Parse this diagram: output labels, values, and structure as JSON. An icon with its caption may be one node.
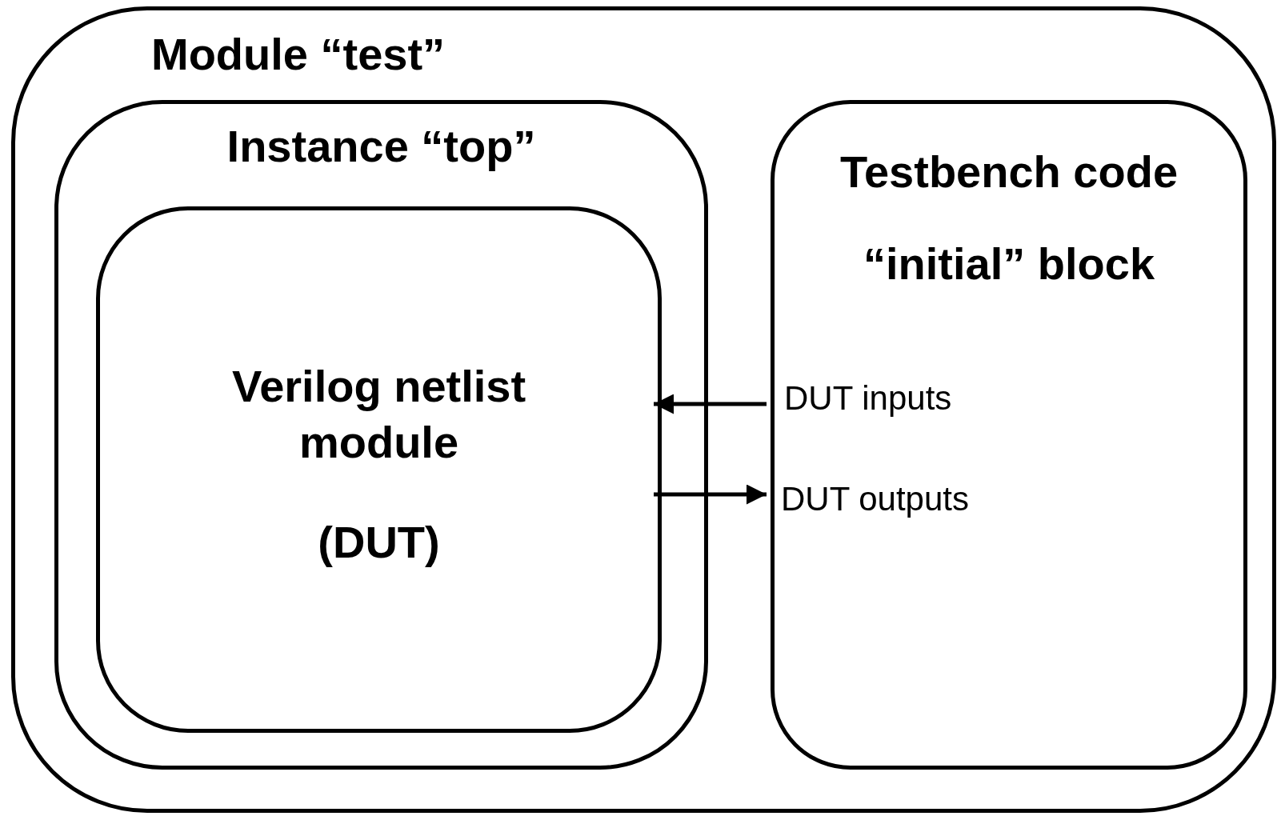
{
  "diagram": {
    "nodes": [
      {
        "text": [
          "Module “test”"
        ]
      },
      {
        "text": [
          "Instance “top”"
        ],
        "in": 0
      },
      {
        "text": [
          "Verilog netlist module",
          "(DUT)"
        ],
        "in": 1
      },
      {
        "text": [
          "Testbench code",
          "“initial” block"
        ],
        "in": 0
      }
    ],
    "edges": [
      {
        "from": 3,
        "to": 2,
        "arrow": "to",
        "label": "DUT inputs"
      },
      {
        "from": 2,
        "to": 3,
        "arrow": "to",
        "label": "DUT outputs"
      }
    ]
  }
}
